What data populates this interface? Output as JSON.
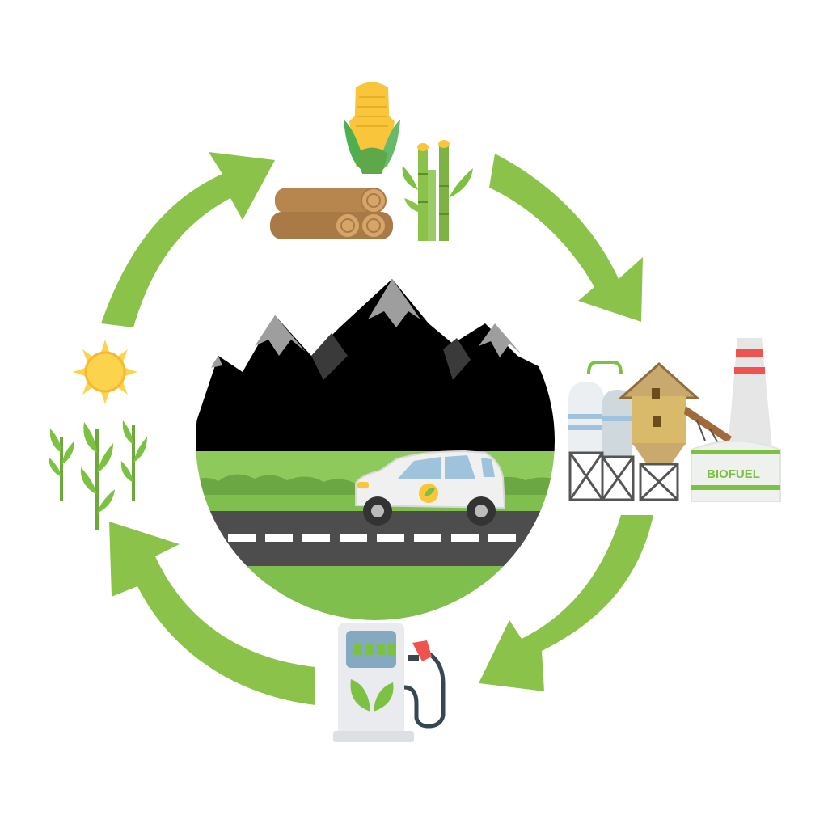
{
  "diagram": {
    "type": "biofuel-cycle",
    "colors": {
      "arrow": "#8bc34a",
      "leaf_green": "#7cc142",
      "mountain_dark": "#000000",
      "snow_gray": "#9e9e9e",
      "road": "#4d4d4d",
      "grass": "#8dc95b",
      "corn_yellow": "#f9c53a",
      "wood": "#b7864f",
      "sun": "#fcd34d",
      "chimney_red": "#ef5350",
      "pump_body": "#e9ebee",
      "pump_screen": "#84a9c1"
    },
    "stages": [
      {
        "name": "biomass-feedstock",
        "icons": [
          "corn-icon",
          "logs-icon",
          "sugarcane-icon"
        ]
      },
      {
        "name": "biofuel-plant",
        "icons": [
          "storage-tank-icon",
          "refinery-building-icon",
          "chimney-icon",
          "biofuel-tank-icon"
        ]
      },
      {
        "name": "fuel-station",
        "icons": [
          "fuel-pump-icon",
          "leaf-icon"
        ]
      },
      {
        "name": "growth",
        "icons": [
          "sun-icon",
          "sprout-icon"
        ]
      }
    ],
    "center_scene": [
      "mountains",
      "grass",
      "road",
      "electric-car"
    ]
  },
  "plant": {
    "tank_label": "BIOFUEL"
  }
}
